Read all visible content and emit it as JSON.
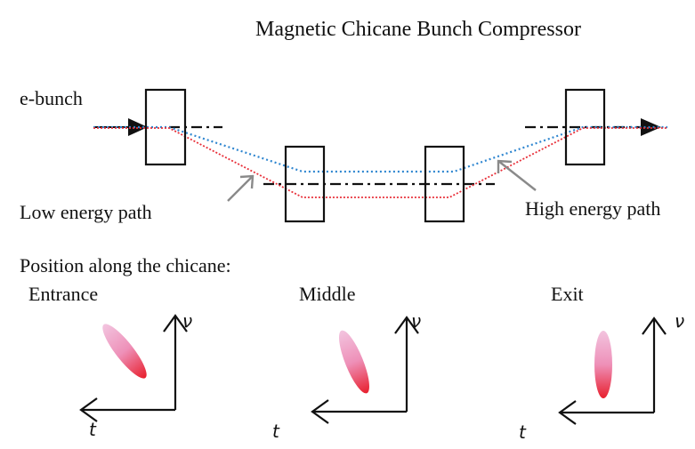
{
  "title": "Magnetic Chicane Bunch Compressor",
  "labels": {
    "ebunch": "e-bunch",
    "low_energy": "Low energy path",
    "high_energy": "High energy path",
    "position_heading": "Position along the chicane:"
  },
  "colors": {
    "low_energy_path": "#e8303a",
    "high_energy_path": "#2f86d0",
    "magnet": "#111111",
    "reference_axis": "#111111",
    "pointer_arrow": "#8a8a8a",
    "bunch_tail": "#f2c4df",
    "bunch_head": "#e8202e"
  },
  "stages": [
    {
      "name": "Entrance",
      "x_label": "t",
      "y_label": "ν",
      "tilt_deg": -38
    },
    {
      "name": "Middle",
      "x_label": "t",
      "y_label": "ν",
      "tilt_deg": -22
    },
    {
      "name": "Exit",
      "x_label": "t",
      "y_label": "ν",
      "tilt_deg": 0
    }
  ]
}
